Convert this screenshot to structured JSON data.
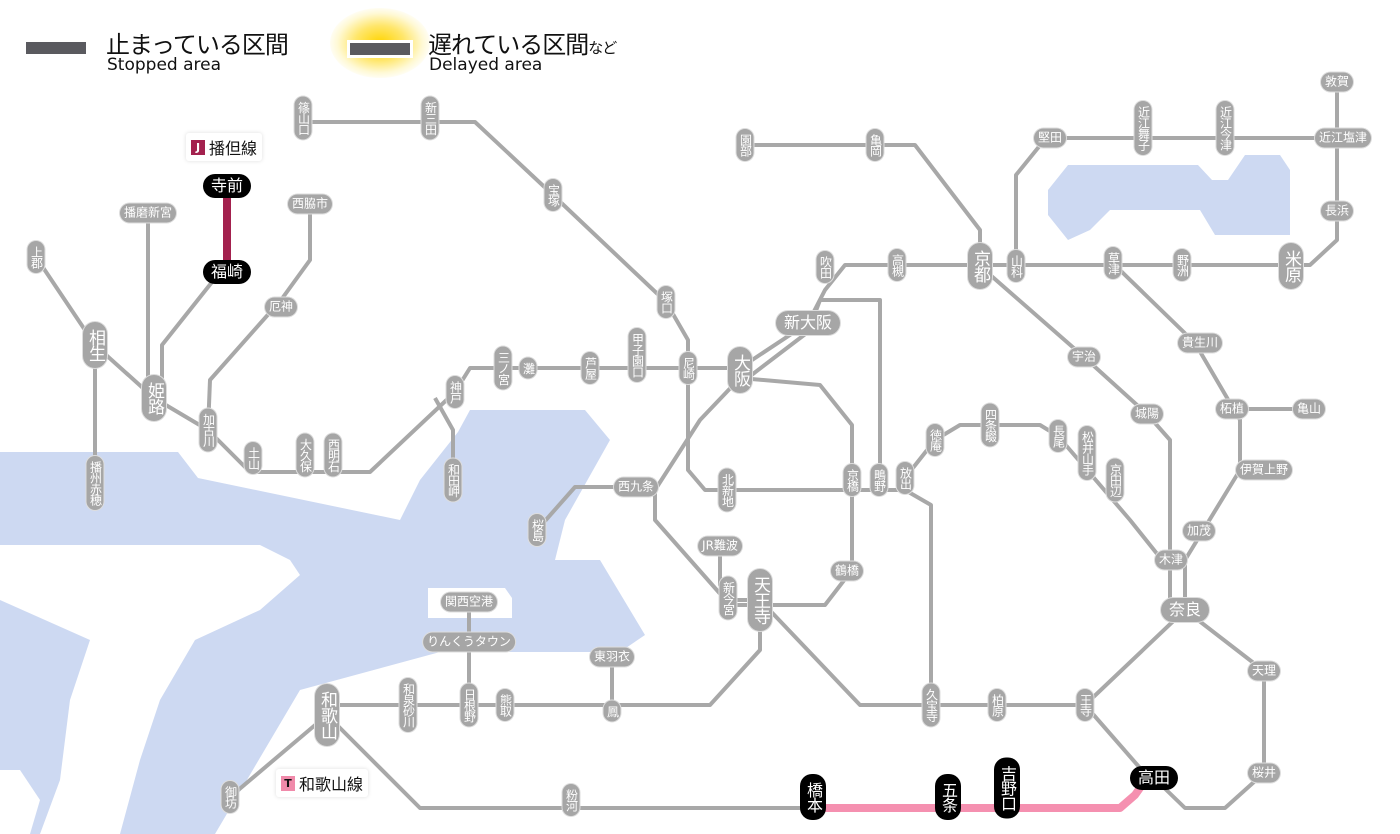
{
  "legend": {
    "stopped_jp": "止まっている区間",
    "stopped_en": "Stopped area",
    "delayed_jp": "遅れている区間",
    "delayed_suffix": "など",
    "delayed_en": "Delayed area"
  },
  "line_labels": [
    {
      "badge": "J",
      "name": "播但線",
      "color": "#a3214e"
    },
    {
      "badge": "T",
      "name": "和歌山線",
      "color": "#f08aaa"
    }
  ],
  "colors": {
    "line": "#a8a8a8",
    "water": "#cdd9f2",
    "stopped_bantan": "#a3214e",
    "stopped_wakayama": "#f590b0"
  },
  "stations": [
    {
      "name": "篠山口",
      "status": "normal"
    },
    {
      "name": "新三田",
      "status": "normal"
    },
    {
      "name": "宝塚",
      "status": "normal"
    },
    {
      "name": "塚口",
      "status": "normal"
    },
    {
      "name": "尼崎",
      "status": "normal"
    },
    {
      "name": "甲子園口",
      "status": "normal"
    },
    {
      "name": "芦屋",
      "status": "normal"
    },
    {
      "name": "灘",
      "status": "normal"
    },
    {
      "name": "三ノ宮",
      "status": "normal"
    },
    {
      "name": "神戸",
      "status": "normal"
    },
    {
      "name": "和田岬",
      "status": "normal"
    },
    {
      "name": "西明石",
      "status": "normal"
    },
    {
      "name": "大久保",
      "status": "normal"
    },
    {
      "name": "土山",
      "status": "normal"
    },
    {
      "name": "加古川",
      "status": "normal"
    },
    {
      "name": "厄神",
      "status": "normal"
    },
    {
      "name": "西脇市",
      "status": "normal"
    },
    {
      "name": "播磨新宮",
      "status": "normal"
    },
    {
      "name": "上郡",
      "status": "normal"
    },
    {
      "name": "相生",
      "status": "normal"
    },
    {
      "name": "姫路",
      "status": "normal"
    },
    {
      "name": "播州赤穂",
      "status": "normal"
    },
    {
      "name": "大阪",
      "status": "normal"
    },
    {
      "name": "新大阪",
      "status": "normal"
    },
    {
      "name": "吹田",
      "status": "normal"
    },
    {
      "name": "高槻",
      "status": "normal"
    },
    {
      "name": "京都",
      "status": "normal"
    },
    {
      "name": "山科",
      "status": "normal"
    },
    {
      "name": "園部",
      "status": "normal"
    },
    {
      "name": "亀岡",
      "status": "normal"
    },
    {
      "name": "堅田",
      "status": "normal"
    },
    {
      "name": "近江舞子",
      "status": "normal"
    },
    {
      "name": "近江今津",
      "status": "normal"
    },
    {
      "name": "近江塩津",
      "status": "normal"
    },
    {
      "name": "敦賀",
      "status": "normal"
    },
    {
      "name": "長浜",
      "status": "normal"
    },
    {
      "name": "米原",
      "status": "normal"
    },
    {
      "name": "野洲",
      "status": "normal"
    },
    {
      "name": "草津",
      "status": "normal"
    },
    {
      "name": "宇治",
      "status": "normal"
    },
    {
      "name": "城陽",
      "status": "normal"
    },
    {
      "name": "貴生川",
      "status": "normal"
    },
    {
      "name": "柘植",
      "status": "normal"
    },
    {
      "name": "亀山",
      "status": "normal"
    },
    {
      "name": "伊賀上野",
      "status": "normal"
    },
    {
      "name": "加茂",
      "status": "normal"
    },
    {
      "name": "木津",
      "status": "normal"
    },
    {
      "name": "奈良",
      "status": "normal"
    },
    {
      "name": "天理",
      "status": "normal"
    },
    {
      "name": "桜井",
      "status": "normal"
    },
    {
      "name": "王寺",
      "status": "normal"
    },
    {
      "name": "柏原",
      "status": "normal"
    },
    {
      "name": "久宝寺",
      "status": "normal"
    },
    {
      "name": "放出",
      "status": "normal"
    },
    {
      "name": "鴫野",
      "status": "normal"
    },
    {
      "name": "京橋",
      "status": "normal"
    },
    {
      "name": "北新地",
      "status": "normal"
    },
    {
      "name": "徳庵",
      "status": "normal"
    },
    {
      "name": "四条畷",
      "status": "normal"
    },
    {
      "name": "長尾",
      "status": "normal"
    },
    {
      "name": "松井山手",
      "status": "normal"
    },
    {
      "name": "京田辺",
      "status": "normal"
    },
    {
      "name": "鶴橋",
      "status": "normal"
    },
    {
      "name": "天王寺",
      "status": "normal"
    },
    {
      "name": "新今宮",
      "status": "normal"
    },
    {
      "name": "JR難波",
      "status": "normal"
    },
    {
      "name": "西九条",
      "status": "normal"
    },
    {
      "name": "桜島",
      "status": "normal"
    },
    {
      "name": "関西空港",
      "status": "normal"
    },
    {
      "name": "りんくうタウン",
      "status": "normal"
    },
    {
      "name": "東羽衣",
      "status": "normal"
    },
    {
      "name": "鳳",
      "status": "normal"
    },
    {
      "name": "熊取",
      "status": "normal"
    },
    {
      "name": "日根野",
      "status": "normal"
    },
    {
      "name": "和泉砂川",
      "status": "normal"
    },
    {
      "name": "和歌山",
      "status": "normal"
    },
    {
      "name": "御坊",
      "status": "normal"
    },
    {
      "name": "粉河",
      "status": "normal"
    },
    {
      "name": "寺前",
      "status": "stopped"
    },
    {
      "name": "福崎",
      "status": "stopped"
    },
    {
      "name": "橋本",
      "status": "stopped"
    },
    {
      "name": "五条",
      "status": "stopped"
    },
    {
      "name": "吉野口",
      "status": "stopped"
    },
    {
      "name": "高田",
      "status": "stopped"
    }
  ]
}
